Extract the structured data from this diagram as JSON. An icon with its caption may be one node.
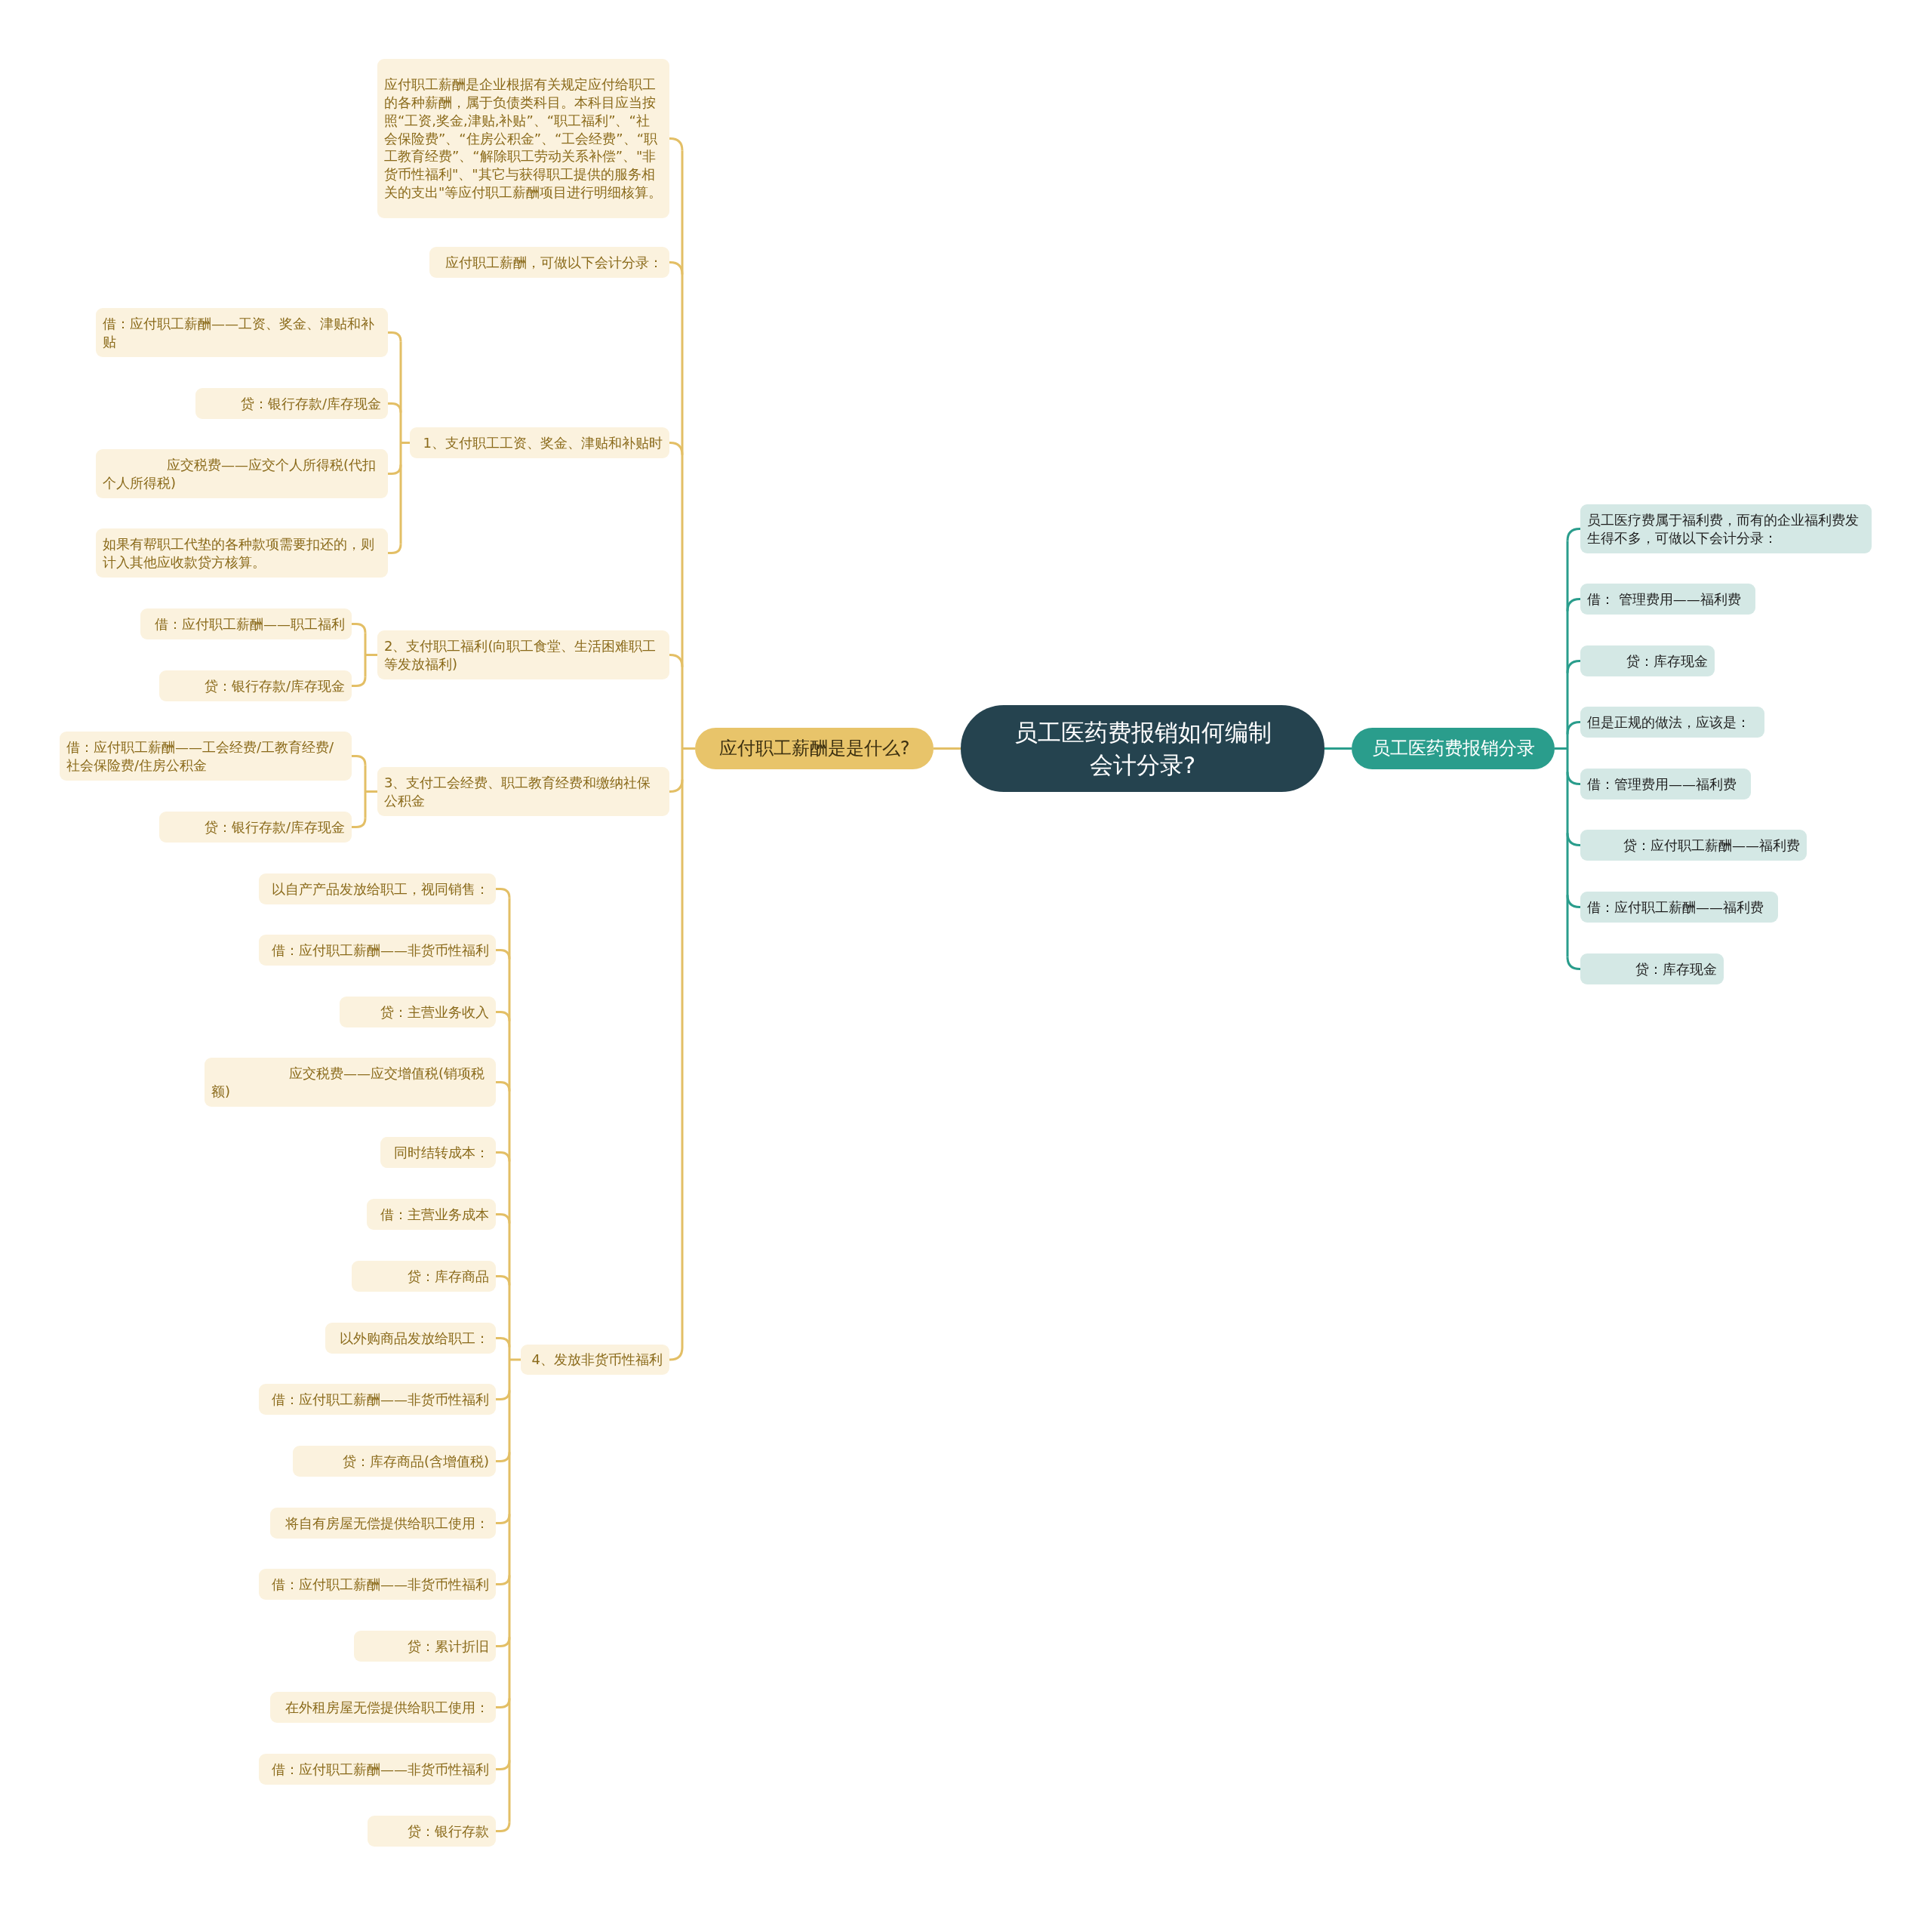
{
  "diagram": {
    "nodes": [
      {
        "text": [
          "员工医药费报销如何编制会计分录?"
        ]
      },
      {
        "text": [
          "应付职工薪酬是是什么?"
        ]
      },
      {
        "text": [
          "应付职工薪酬是企业根据有关规定应付给职工的各种薪酬，属于负债类科目。本科目应当按照“工资,奖金,津贴,补贴”、“职工福利”、“社会保险费”、“住房公积金”、“工会经费”、“职工教育经费”、“解除职工劳动关系补偿”、\"非货币性福利\"、\"其它与获得职工提供的服务相关的支出\"等应付职工薪酬项目进行明细核算。"
        ]
      },
      {
        "text": [
          "应付职工薪酬，可做以下会计分录："
        ]
      },
      {
        "text": [
          "1、支付职工工资、奖金、津贴和补贴时"
        ]
      },
      {
        "text": [
          "借：应付职工薪酬——工资、奖金、津贴和补贴"
        ]
      },
      {
        "text": [
          "贷：银行存款/库存现金"
        ]
      },
      {
        "text": [
          "应交税费——应交个人所得税(代扣个人所得税)"
        ]
      },
      {
        "text": [
          "如果有帮职工代垫的各种款项需要扣还的，则计入其他应收款贷方核算。"
        ]
      },
      {
        "text": [
          "2、支付职工福利(向职工食堂、生活困难职工等发放福利)"
        ]
      },
      {
        "text": [
          "借：应付职工薪酬——职工福利"
        ]
      },
      {
        "text": [
          "贷：银行存款/库存现金"
        ]
      },
      {
        "text": [
          "3、支付工会经费、职工教育经费和缴纳社保公积金"
        ]
      },
      {
        "text": [
          "借：应付职工薪酬——工会经费/工教育经费/社会保险费/住房公积金"
        ]
      },
      {
        "text": [
          "贷：银行存款/库存现金"
        ]
      },
      {
        "text": [
          "4、发放非货币性福利"
        ]
      },
      {
        "text": [
          "以自产产品发放给职工，视同销售："
        ]
      },
      {
        "text": [
          "借：应付职工薪酬——非货币性福利"
        ]
      },
      {
        "text": [
          "贷：主营业务收入"
        ]
      },
      {
        "text": [
          "应交税费——应交增值税(销项税额)"
        ]
      },
      {
        "text": [
          "同时结转成本："
        ]
      },
      {
        "text": [
          "借：主营业务成本"
        ]
      },
      {
        "text": [
          "贷：库存商品"
        ]
      },
      {
        "text": [
          "以外购商品发放给职工："
        ]
      },
      {
        "text": [
          "借：应付职工薪酬——非货币性福利"
        ]
      },
      {
        "text": [
          "贷：库存商品(含增值税)"
        ]
      },
      {
        "text": [
          "将自有房屋无偿提供给职工使用："
        ]
      },
      {
        "text": [
          "借：应付职工薪酬——非货币性福利"
        ]
      },
      {
        "text": [
          "贷：累计折旧"
        ]
      },
      {
        "text": [
          "在外租房屋无偿提供给职工使用："
        ]
      },
      {
        "text": [
          "借：应付职工薪酬——非货币性福利"
        ]
      },
      {
        "text": [
          "贷：银行存款"
        ]
      },
      {
        "text": [
          "员工医药费报销分录"
        ]
      },
      {
        "text": [
          "员工医疗费属于福利费，而有的企业福利费发生得不多，可做以下会计分录："
        ]
      },
      {
        "text": [
          "借： 管理费用——福利费"
        ]
      },
      {
        "text": [
          "贷：库存现金"
        ]
      },
      {
        "text": [
          "但是正规的做法，应该是："
        ]
      },
      {
        "text": [
          "借：管理费用——福利费"
        ]
      },
      {
        "text": [
          "贷：应付职工薪酬——福利费"
        ]
      },
      {
        "text": [
          "借：应付职工薪酬——福利费"
        ]
      },
      {
        "text": [
          "贷：库存现金"
        ]
      }
    ],
    "edges": [
      {
        "from": 0,
        "to": 1,
        "arrow": "none"
      },
      {
        "from": 1,
        "to": 2,
        "arrow": "none"
      },
      {
        "from": 1,
        "to": 3,
        "arrow": "none"
      },
      {
        "from": 1,
        "to": 4,
        "arrow": "none"
      },
      {
        "from": 1,
        "to": 9,
        "arrow": "none"
      },
      {
        "from": 1,
        "to": 12,
        "arrow": "none"
      },
      {
        "from": 1,
        "to": 15,
        "arrow": "none"
      },
      {
        "from": 4,
        "to": 5,
        "arrow": "none"
      },
      {
        "from": 4,
        "to": 6,
        "arrow": "none"
      },
      {
        "from": 4,
        "to": 7,
        "arrow": "none"
      },
      {
        "from": 4,
        "to": 8,
        "arrow": "none"
      },
      {
        "from": 9,
        "to": 10,
        "arrow": "none"
      },
      {
        "from": 9,
        "to": 11,
        "arrow": "none"
      },
      {
        "from": 12,
        "to": 13,
        "arrow": "none"
      },
      {
        "from": 12,
        "to": 14,
        "arrow": "none"
      },
      {
        "from": 15,
        "to": 16,
        "arrow": "none"
      },
      {
        "from": 15,
        "to": 17,
        "arrow": "none"
      },
      {
        "from": 15,
        "to": 18,
        "arrow": "none"
      },
      {
        "from": 15,
        "to": 19,
        "arrow": "none"
      },
      {
        "from": 15,
        "to": 20,
        "arrow": "none"
      },
      {
        "from": 15,
        "to": 21,
        "arrow": "none"
      },
      {
        "from": 15,
        "to": 22,
        "arrow": "none"
      },
      {
        "from": 15,
        "to": 23,
        "arrow": "none"
      },
      {
        "from": 15,
        "to": 24,
        "arrow": "none"
      },
      {
        "from": 15,
        "to": 25,
        "arrow": "none"
      },
      {
        "from": 15,
        "to": 26,
        "arrow": "none"
      },
      {
        "from": 15,
        "to": 27,
        "arrow": "none"
      },
      {
        "from": 15,
        "to": 28,
        "arrow": "none"
      },
      {
        "from": 15,
        "to": 29,
        "arrow": "none"
      },
      {
        "from": 15,
        "to": 30,
        "arrow": "none"
      },
      {
        "from": 15,
        "to": 31,
        "arrow": "none"
      },
      {
        "from": 0,
        "to": 32,
        "arrow": "none",
        "color": "#2a9d8c"
      },
      {
        "from": 32,
        "to": 33,
        "arrow": "none",
        "color": "#2a9d8c"
      },
      {
        "from": 32,
        "to": 34,
        "arrow": "none",
        "color": "#2a9d8c"
      },
      {
        "from": 32,
        "to": 35,
        "arrow": "none",
        "color": "#2a9d8c"
      },
      {
        "from": 32,
        "to": 36,
        "arrow": "none",
        "color": "#2a9d8c"
      },
      {
        "from": 32,
        "to": 37,
        "arrow": "none",
        "color": "#2a9d8c"
      },
      {
        "from": 32,
        "to": 38,
        "arrow": "none",
        "color": "#2a9d8c"
      },
      {
        "from": 32,
        "to": 39,
        "arrow": "none",
        "color": "#2a9d8c"
      },
      {
        "from": 32,
        "to": 40,
        "arrow": "none",
        "color": "#2a9d8c"
      }
    ]
  }
}
